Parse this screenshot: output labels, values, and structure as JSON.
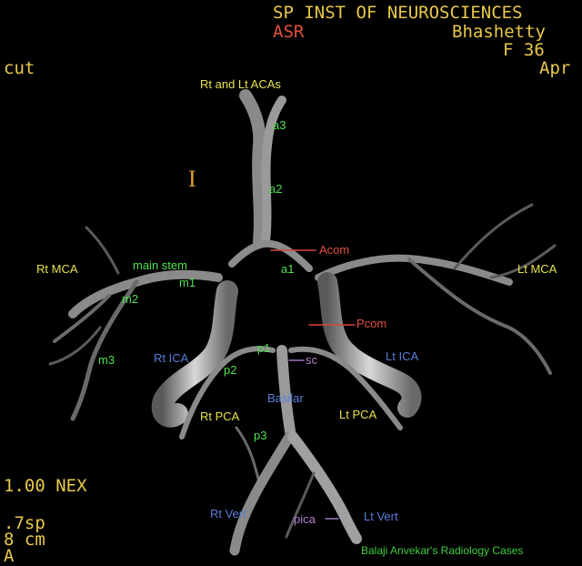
{
  "header": {
    "institution": "SP INST OF NEUROSCIENCES",
    "patient_name": "Bhashetty",
    "patient_code": "ASR",
    "patient_sex_age": "F 36",
    "date": "Apr",
    "left_text": "cut"
  },
  "scan_params": {
    "nex": "1.00 NEX",
    "spacing": ".7sp",
    "fov": "8 cm",
    "orientation": "A"
  },
  "orientation_marker": "I",
  "labels": {
    "acas": "Rt and Lt ACAs",
    "a3": "a3",
    "a2": "a2",
    "a1": "a1",
    "acom": "Acom",
    "rt_mca": "Rt MCA",
    "lt_mca": "Lt MCA",
    "main_stem": "main stem",
    "m1": "m1",
    "m2": "m2",
    "m3": "m3",
    "pcom": "Pcom",
    "rt_ica": "Rt ICA",
    "lt_ica": "Lt ICA",
    "p1": "p1",
    "p2": "p2",
    "p3": "p3",
    "sc": "sc",
    "basilar": "Basilar",
    "rt_pca": "Rt PCA",
    "lt_pca": "Lt PCA",
    "rt_vert": "Rt Vert",
    "lt_vert": "Lt Vert",
    "pica": "pica"
  },
  "credit": "Balaji Anvekar's Radiology Cases",
  "colors": {
    "vessel_label": "#e8e24a",
    "segment_label": "#4fe04f",
    "artery_label": "#5a7dd8",
    "pointer_label": "#e0503c",
    "header_text": "#e8c84a"
  }
}
